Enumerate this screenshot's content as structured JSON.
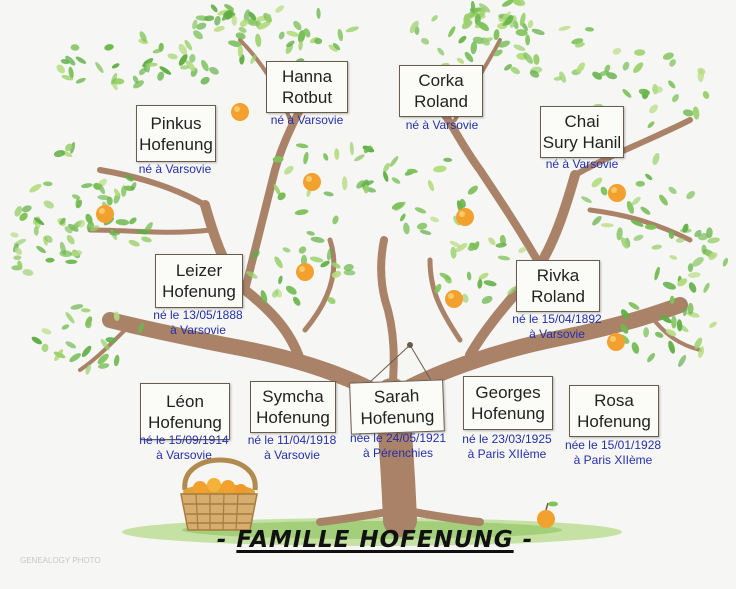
{
  "title": "FAMILLE HOFENUNG",
  "title_dashes": "-",
  "watermark": "GENEALOGY PHOTO",
  "colors": {
    "trunk": "#a98268",
    "leaf": "#7fc25a",
    "fruit": "#f2a12e",
    "text_info": "#2430a8",
    "grass": "#9acb6e"
  },
  "persons": [
    {
      "id": "hanna",
      "name1": "Hanna",
      "name2": "Rotbut",
      "info1": "né à Varsovie",
      "info2": ""
    },
    {
      "id": "corka",
      "name1": "Corka",
      "name2": "Roland",
      "info1": "né à Varsovie",
      "info2": ""
    },
    {
      "id": "pinkus",
      "name1": "Pinkus",
      "name2": "Hofenung",
      "info1": "né à Varsovie",
      "info2": ""
    },
    {
      "id": "chai",
      "name1": "Chai",
      "name2": "Sury Hanil",
      "info1": "né à Varsovie",
      "info2": ""
    },
    {
      "id": "leizer",
      "name1": "Leizer",
      "name2": "Hofenung",
      "info1": "né le 13/05/1888",
      "info2": "à Varsovie"
    },
    {
      "id": "rivka",
      "name1": "Rivka",
      "name2": "Roland",
      "info1": "né le 15/04/1892",
      "info2": "à Varsovie"
    },
    {
      "id": "leon",
      "name1": "Léon",
      "name2": "Hofenung",
      "info1": "né le 15/09/1914",
      "info2": "à Varsovie"
    },
    {
      "id": "symcha",
      "name1": "Symcha",
      "name2": "Hofenung",
      "info1": "né le 11/04/1918",
      "info2": "à Varsovie"
    },
    {
      "id": "sarah",
      "name1": "Sarah",
      "name2": "Hofenung",
      "info1": "née le 24/05/1921",
      "info2": "à Pérenchies"
    },
    {
      "id": "georges",
      "name1": "Georges",
      "name2": "Hofenung",
      "info1": "né le 23/03/1925",
      "info2": "à Paris XIIème"
    },
    {
      "id": "rosa",
      "name1": "Rosa",
      "name2": "Hofenung",
      "info1": "née le 15/01/1928",
      "info2": "à Paris XIIème"
    }
  ]
}
